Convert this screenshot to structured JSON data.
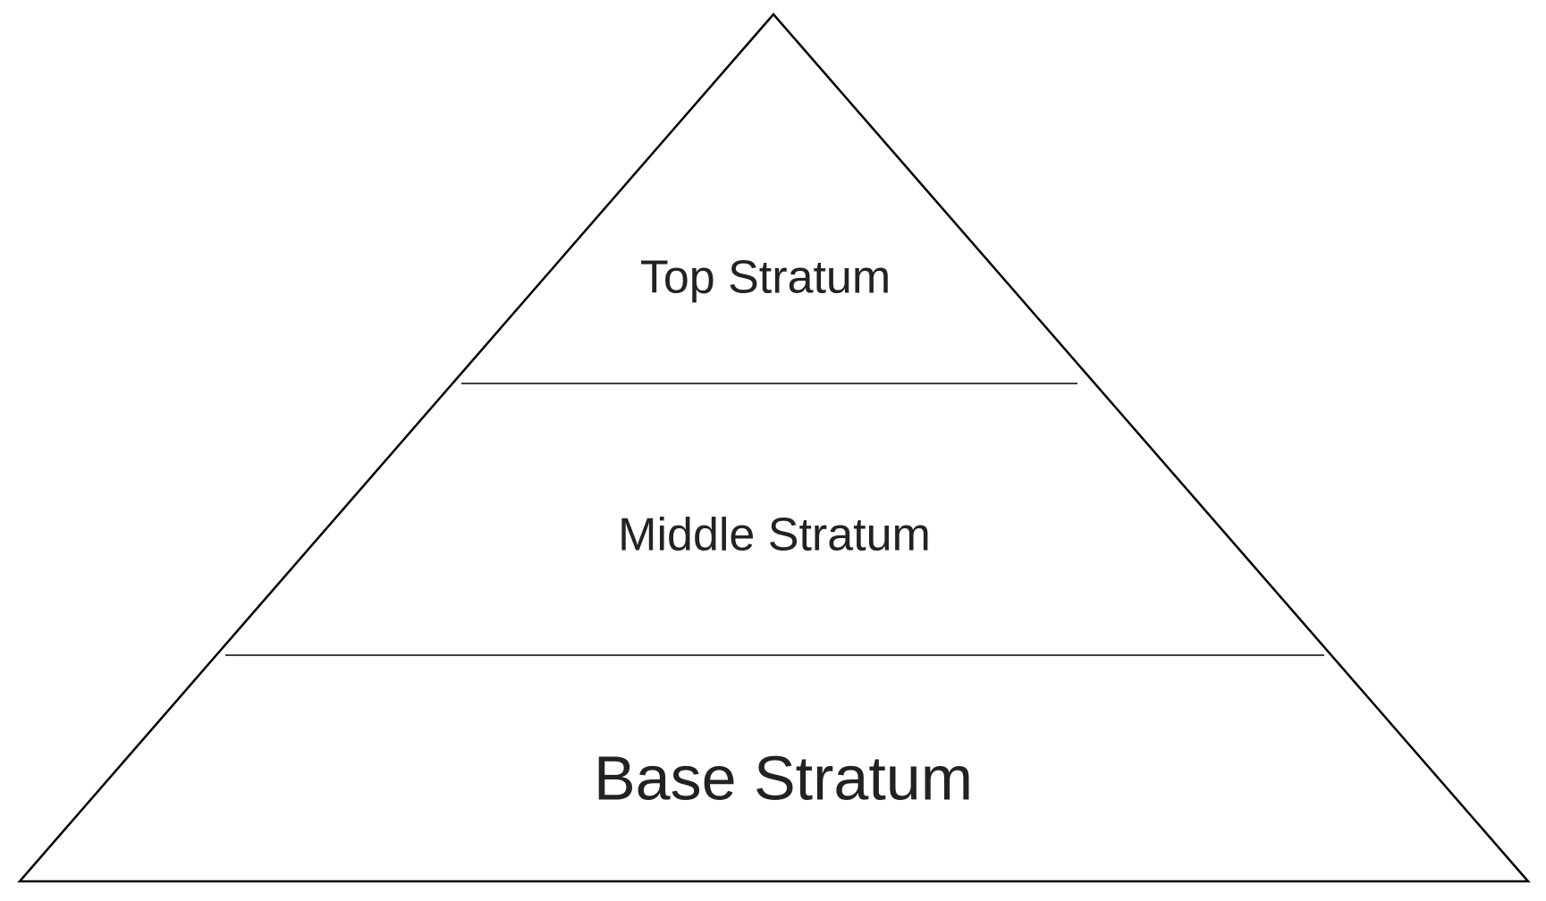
{
  "pyramid": {
    "tiers": [
      {
        "label": "Top Stratum"
      },
      {
        "label": "Middle Stratum"
      },
      {
        "label": "Base Stratum"
      }
    ]
  }
}
